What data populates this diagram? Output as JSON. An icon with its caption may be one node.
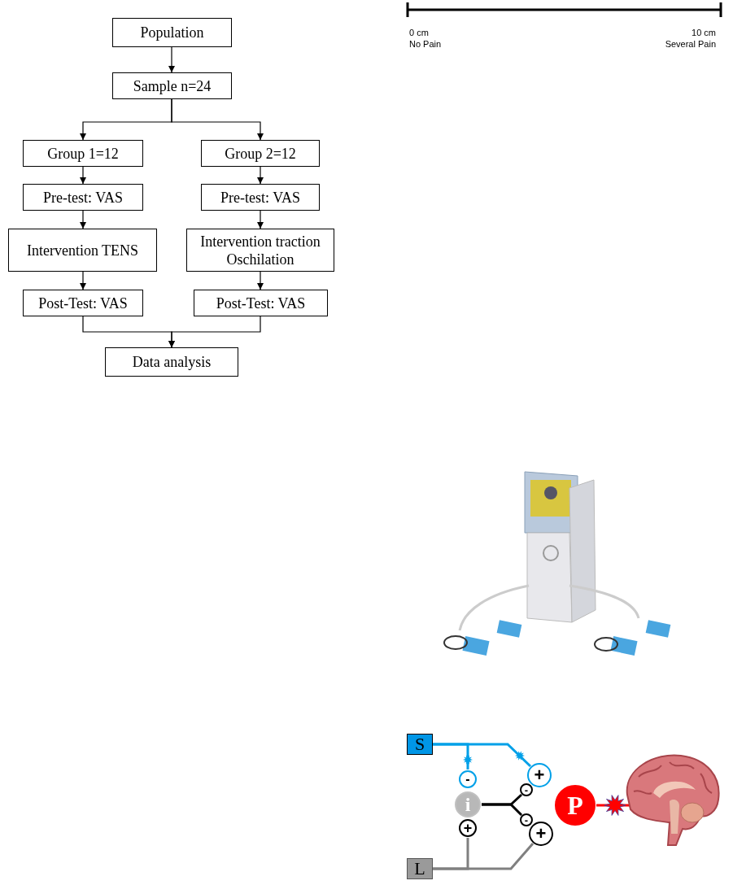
{
  "diagram": {
    "nodes": [
      {
        "text": [
          "Population"
        ]
      },
      {
        "text": [
          "Sample n=24"
        ]
      },
      {
        "text": [
          "Group 1=12"
        ]
      },
      {
        "text": [
          "Group 2=12"
        ]
      },
      {
        "text": [
          "Pre-test: VAS"
        ]
      },
      {
        "text": [
          "Pre-test: VAS"
        ]
      },
      {
        "text": [
          "Intervention TENS"
        ]
      },
      {
        "text": [
          "Intervention traction Oschilation"
        ]
      },
      {
        "text": [
          "Post-Test: VAS"
        ]
      },
      {
        "text": [
          "Post-Test: VAS"
        ]
      },
      {
        "text": [
          "Data analysis"
        ]
      },
      {
        "text": [
          "S"
        ]
      },
      {
        "text": [
          "-"
        ]
      },
      {
        "text": [
          "+"
        ]
      },
      {
        "text": [
          "-"
        ]
      },
      {
        "text": [
          "i"
        ]
      },
      {
        "text": [
          "P"
        ]
      },
      {
        "text": [],
        "shape": "picture"
      },
      {
        "text": [
          "-"
        ]
      },
      {
        "text": [
          "+"
        ]
      },
      {
        "text": [
          "+"
        ]
      },
      {
        "text": [
          "L"
        ]
      }
    ],
    "edges": [
      {
        "from": 0,
        "to": 1,
        "arrow": "to"
      },
      {
        "from": 1,
        "to": 2,
        "arrow": "to"
      },
      {
        "from": 1,
        "to": 3,
        "arrow": "to"
      },
      {
        "from": 2,
        "to": 4,
        "arrow": "to"
      },
      {
        "from": 3,
        "to": 5,
        "arrow": "to"
      },
      {
        "from": 4,
        "to": 6,
        "arrow": "to"
      },
      {
        "from": 5,
        "to": 7,
        "arrow": "to"
      },
      {
        "from": 6,
        "to": 8,
        "arrow": "to"
      },
      {
        "from": 7,
        "to": 9,
        "arrow": "to"
      },
      {
        "from": 8,
        "to": 10,
        "arrow": "to"
      },
      {
        "from": 9,
        "to": 10,
        "arrow": "to"
      },
      {
        "from": 11,
        "to": 12,
        "arrow": "none",
        "style": "thick",
        "color": "#00a0e8"
      },
      {
        "from": 11,
        "to": 13,
        "arrow": "none",
        "style": "thick",
        "color": "#00a0e8"
      },
      {
        "from": 15,
        "to": 14,
        "arrow": "none",
        "style": "thick"
      },
      {
        "from": 15,
        "to": 18,
        "arrow": "none",
        "style": "thick"
      },
      {
        "from": 16,
        "to": 17,
        "arrow": "none",
        "style": "thick",
        "color": "#ff0000"
      },
      {
        "from": 21,
        "to": 19,
        "arrow": "none",
        "style": "thick",
        "color": "#808080"
      },
      {
        "from": 21,
        "to": 20,
        "arrow": "none",
        "style": "thick",
        "color": "#808080"
      }
    ],
    "labels": [
      "0 cm",
      "10 cm",
      "No Pain",
      "Several Pain"
    ]
  }
}
